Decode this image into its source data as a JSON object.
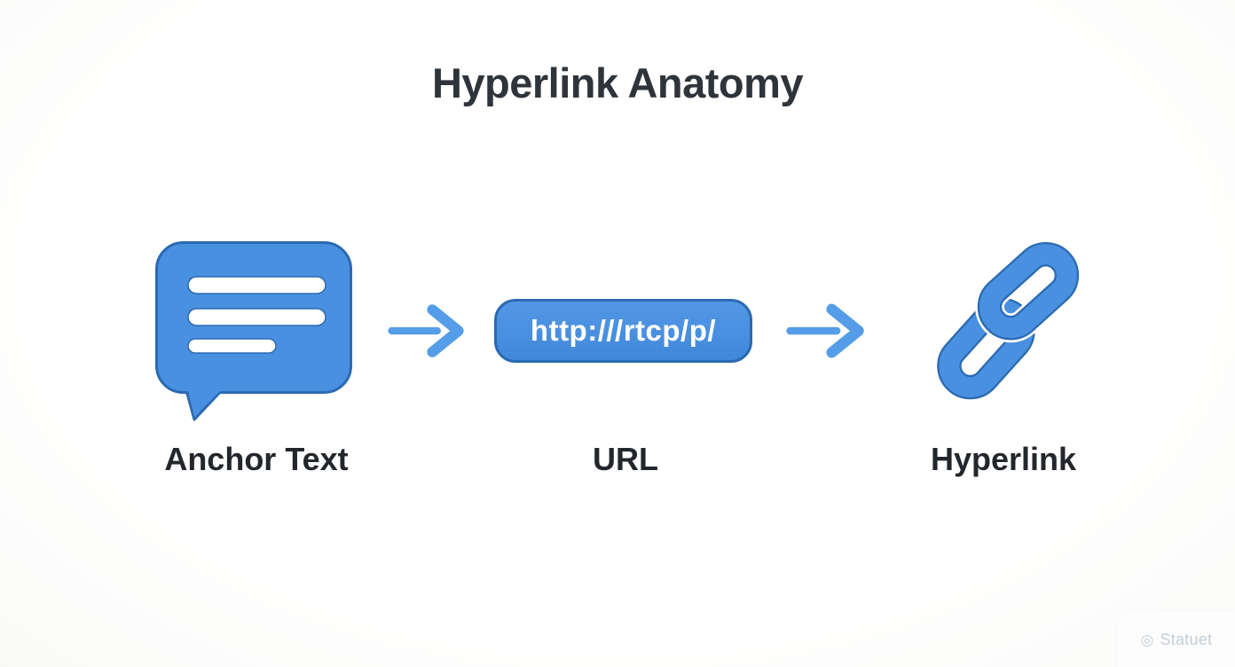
{
  "title": "Hyperlink Anatomy",
  "colors": {
    "primary_blue": "#4a90e0",
    "outline_blue": "#2b6ab2",
    "arrow_blue": "#559de8",
    "title_color": "#2f343a",
    "label_color": "#23272c",
    "watermark_color": "#c5cdd5",
    "pill_text_color": "#ffffff",
    "background": "#ffffff"
  },
  "diagram": {
    "items": [
      {
        "id": "anchor-text",
        "icon": "speech-bubble-icon",
        "label": "Anchor Text"
      },
      {
        "id": "url",
        "icon": "url-pill",
        "label": "URL",
        "pill_text": "http:///rtcp/p/"
      },
      {
        "id": "hyperlink",
        "icon": "chain-link-icon",
        "label": "Hyperlink"
      }
    ],
    "connector_icon": "arrow-right-icon"
  },
  "watermark": {
    "icon": "circle-badge-icon",
    "text": "Statuet"
  }
}
